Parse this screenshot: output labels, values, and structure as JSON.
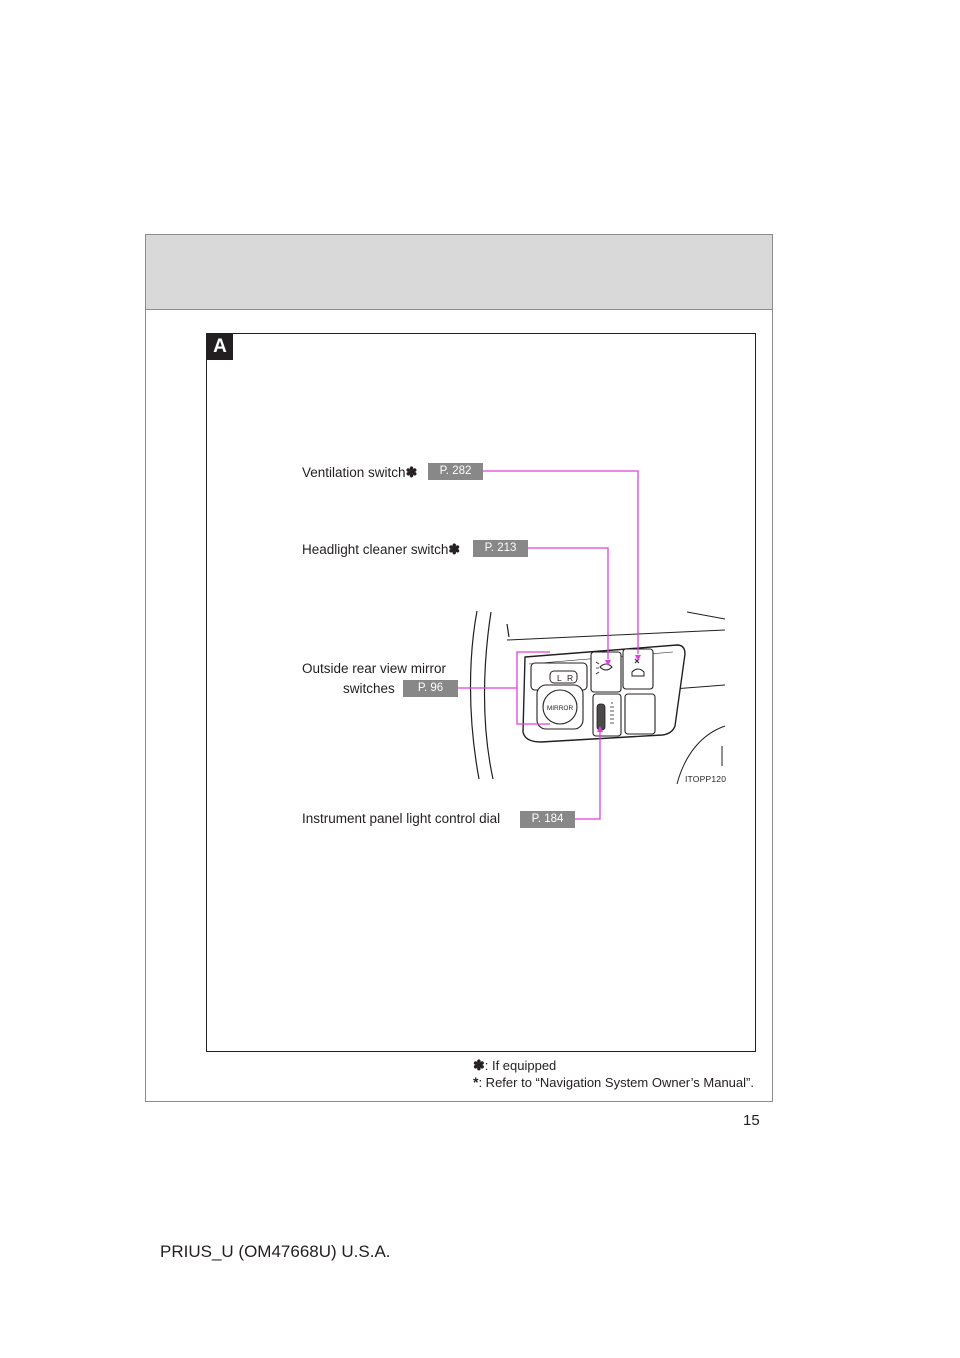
{
  "header": {},
  "figure": {
    "section_letter": "A",
    "image_code": "ITOPP120",
    "callouts": [
      {
        "label": "Ventilation switch",
        "marker": "✽",
        "page_ref": "P. 282"
      },
      {
        "label": "Headlight cleaner switch",
        "marker": "✽",
        "page_ref": "P. 213"
      },
      {
        "label_line1": "Outside rear view mirror",
        "label_line2": "switches",
        "page_ref": "P. 96"
      },
      {
        "label": "Instrument panel light control dial",
        "page_ref": "P. 184"
      }
    ],
    "panel_labels": {
      "mirror_left": "L",
      "mirror_right": "R",
      "mirror_button": "MIRROR"
    }
  },
  "footnotes": [
    {
      "mark": "✽",
      "text": ": If equipped"
    },
    {
      "mark": "*",
      "text": ": Refer to “Navigation System Owner’s Manual”."
    }
  ],
  "page_number": "15",
  "doc_code": "PRIUS_U (OM47668U) U.S.A.",
  "colors": {
    "callout_line": "#e33fe0",
    "page_ref_bg": "#888888",
    "header_band": "#d9d9d9"
  }
}
